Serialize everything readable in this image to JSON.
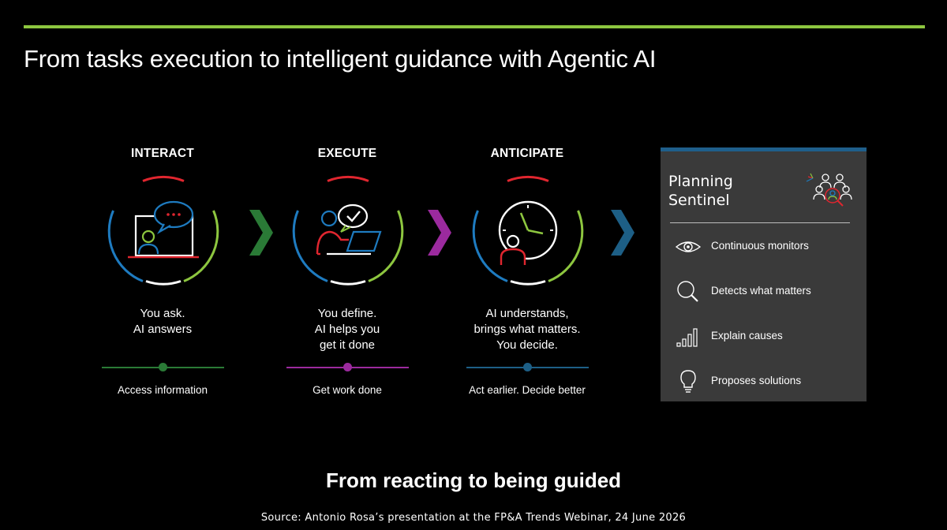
{
  "title": "From tasks execution to intelligent guidance with Agentic AI",
  "colors": {
    "accent_green": "#8dc63f",
    "panel_bg": "#3a3a3a",
    "panel_bar": "#1f5f8b"
  },
  "stages": [
    {
      "title": "INTERACT",
      "desc": [
        "You ask.",
        "AI answers"
      ],
      "footer": "Access information",
      "icon": "chat-laptop-icon",
      "line_color": "#2a7a36"
    },
    {
      "title": "EXECUTE",
      "desc": [
        "You define.",
        "AI helps you",
        "get it done"
      ],
      "footer": "Get work done",
      "icon": "person-task-icon",
      "line_color": "#9b2a9e"
    },
    {
      "title": "ANTICIPATE",
      "desc": [
        "AI understands,",
        "brings what matters.",
        "You decide."
      ],
      "footer": "Act earlier. Decide better",
      "icon": "clock-person-icon",
      "line_color": "#1d5f86"
    }
  ],
  "arrows": [
    {
      "icon": "chevron-right-icon",
      "color": "#2a7a36"
    },
    {
      "icon": "chevron-right-icon",
      "color": "#9b2a9e"
    },
    {
      "icon": "chevron-right-icon",
      "color": "#1d5f86"
    }
  ],
  "panel": {
    "title_lines": [
      "Planning",
      "Sentinel"
    ],
    "logo_icon": "sentinel-people-magnifier-icon",
    "features": [
      {
        "label": "Continuous monitors",
        "icon": "eye-icon"
      },
      {
        "label": "Detects what matters",
        "icon": "magnifier-icon"
      },
      {
        "label": "Explain causes",
        "icon": "bar-chart-icon"
      },
      {
        "label": "Proposes solutions",
        "icon": "lightbulb-icon"
      }
    ]
  },
  "tagline": "From reacting to being guided",
  "source": "Source: Antonio Rosa’s presentation at the FP&A Trends Webinar, 24 June 2026"
}
